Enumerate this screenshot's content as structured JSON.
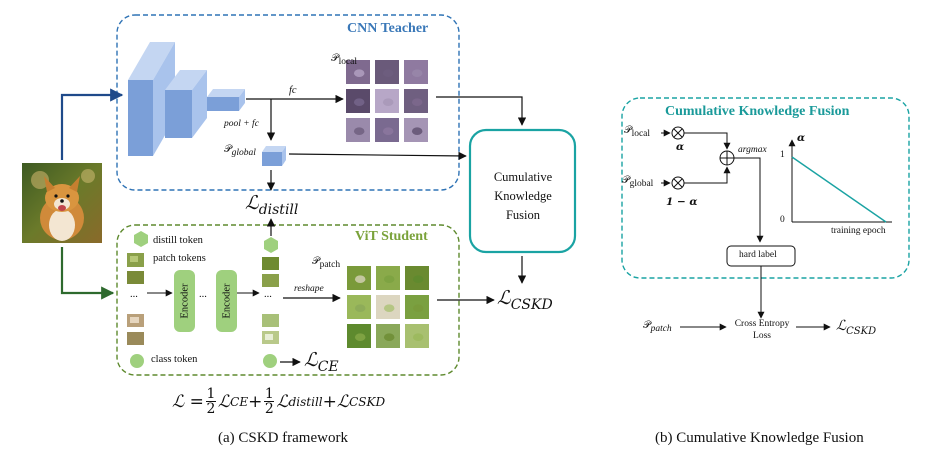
{
  "framework": {
    "teacher_title": "CNN Teacher",
    "student_title": "ViT Student",
    "fusion_box": [
      "Cumulative",
      "Knowledge",
      "Fusion"
    ],
    "p_local": {
      "base": "𝒫",
      "sub": "local"
    },
    "p_global": {
      "base": "𝒫",
      "sub": "global"
    },
    "p_patch": {
      "base": "𝒫",
      "sub": "patch"
    },
    "fc_label": "fc",
    "pool_fc_label": "pool + fc",
    "reshape_label": "reshape",
    "l_distill": {
      "base": "ℒ",
      "sub": "distill"
    },
    "l_ce": {
      "base": "ℒ",
      "sub": "CE"
    },
    "l_cskd": {
      "base": "ℒ",
      "sub": "CSKD"
    },
    "legend": {
      "distill_token": "distill token",
      "patch_tokens": "patch tokens",
      "class_token": "class token"
    },
    "encoder_label": "Encoder",
    "ellipsis": "...",
    "formula": {
      "lhs": "ℒ = ",
      "half": {
        "num": "1",
        "den": "2"
      },
      "t1": "ℒ",
      "t1_sub": "CE",
      "plus": " + ",
      "t2": "ℒ",
      "t2_sub": "distill",
      "t3": "ℒ",
      "t3_sub": "CSKD"
    },
    "caption": "(a) CSKD framework"
  },
  "fusion_panel": {
    "title": "Cumulative Knowledge Fusion",
    "p_local": {
      "base": "𝒫",
      "sub": "local"
    },
    "p_global": {
      "base": "𝒫",
      "sub": "global"
    },
    "alpha": "α",
    "one_minus_alpha": "1 − α",
    "argmax": "argmax",
    "hard_label": "hard label",
    "plot": {
      "y_axis": "α",
      "y_top": "1",
      "y_zero": "0",
      "x_label": "training epoch"
    },
    "p_patch": {
      "base": "𝒫",
      "sub": "patch"
    },
    "ce_loss": [
      "Cross Entropy",
      "Loss"
    ],
    "l_cskd": {
      "base": "ℒ",
      "sub": "CSKD"
    },
    "caption": "(b) Cumulative Knowledge Fusion"
  },
  "colors": {
    "teacher_border": "#2f73b5",
    "student_border": "#5e8a2e",
    "teal": "#1aa3a3",
    "cnn_front": "#7b9fd8",
    "cnn_side": "#a9c3ec",
    "cnn_top": "#c4d6f2",
    "token_green": "#9fd07e",
    "arrow": "#111111",
    "input_arrow": "#1f4a8a",
    "input_arrow_green": "#2e6a2e"
  }
}
